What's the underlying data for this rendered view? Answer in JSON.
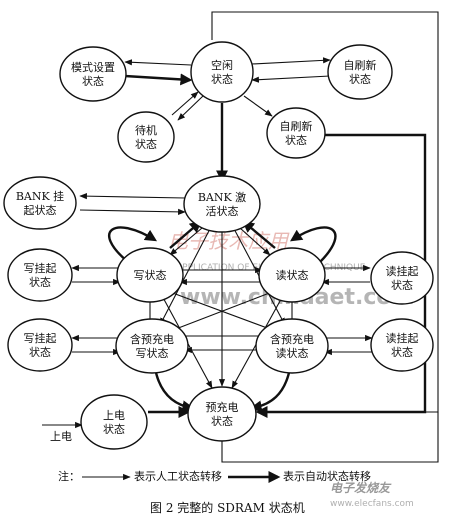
{
  "nodes": {
    "idle": [
      "空闲",
      "状态"
    ],
    "mode_set": [
      "模式设置",
      "状态"
    ],
    "self_refresh": [
      "自刷新",
      "状态"
    ],
    "standby": [
      "待机",
      "状态"
    ],
    "auto_refresh": [
      "自刷新",
      "状态"
    ],
    "bank_suspend": [
      "BANK 挂",
      "起状态"
    ],
    "bank_active": [
      "BANK 激",
      "活状态"
    ],
    "write_suspend": [
      "写挂起",
      "状态"
    ],
    "write": [
      "写状态"
    ],
    "read": [
      "读状态"
    ],
    "read_suspend": [
      "读挂起",
      "状态"
    ],
    "write_suspend2": [
      "写挂起",
      "状态"
    ],
    "write_precharge": [
      "含预充电",
      "写状态"
    ],
    "read_precharge": [
      "含预充电",
      "读状态"
    ],
    "read_suspend2": [
      "读挂起",
      "状态"
    ],
    "power_on": [
      "上电",
      "状态"
    ],
    "precharge": [
      "预充电",
      "状态"
    ]
  },
  "power_on_input": "上电",
  "legend": {
    "note": "注：",
    "manual": "表示人工状态转移",
    "auto": "表示自动状态转移"
  },
  "caption": "图 2    完整的 SDRAM 状态机",
  "watermark": {
    "cn": "电子技术应用",
    "en": "APPLICATION OF ELECTRONIC TECHNIQUE",
    "url": "www.chinaaet.com",
    "logo": "电子发烧友",
    "logo_url": "www.elecfans.com"
  }
}
